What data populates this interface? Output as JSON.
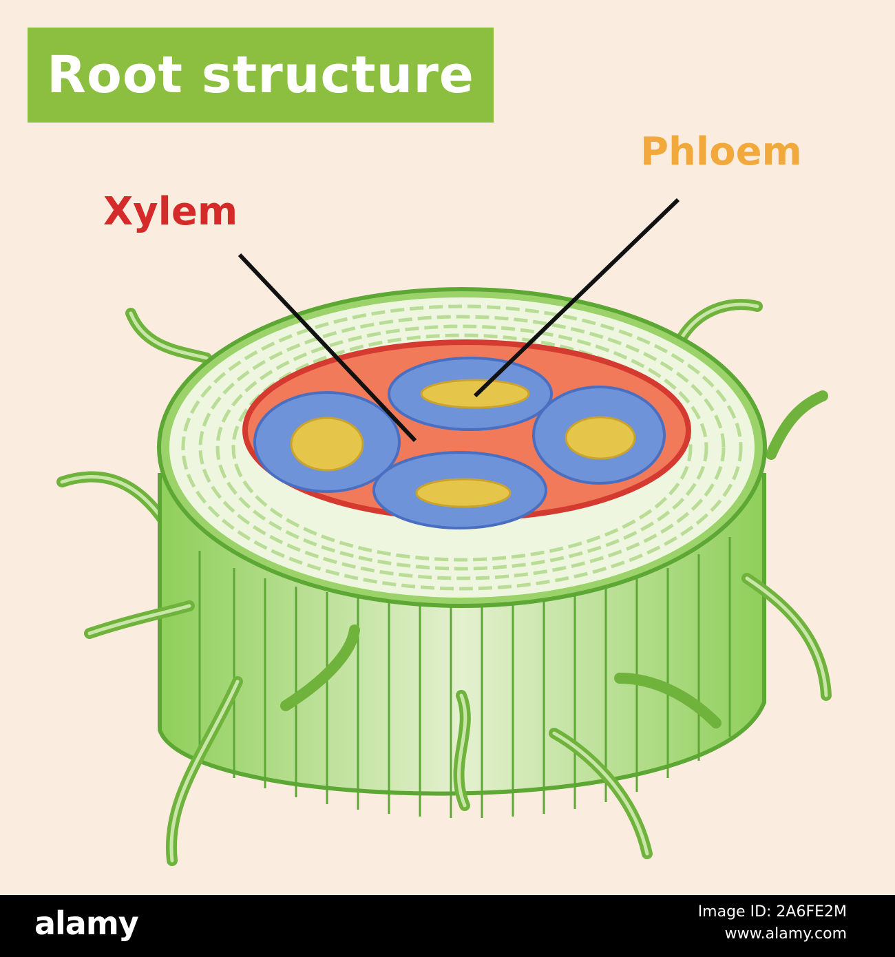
{
  "title": "Root structure",
  "labels": {
    "xylem": "Xylem",
    "phloem": "Phloem"
  },
  "footer": {
    "logo": "alamy",
    "image_id_label": "Image ID: 2A6FE2M",
    "url": "www.alamy.com"
  },
  "watermark": "alamy",
  "colors": {
    "background": "#fbece0",
    "title_box": "#8cbf3f",
    "xylem_label": "#d42a2a",
    "phloem_label": "#f2a93b",
    "cortex": "#eef6df",
    "outer_green": "#79bf45",
    "vascular_red": "#f07a5a",
    "phloem_blue": "#6f93d9",
    "xylem_yellow": "#e6c64a"
  }
}
